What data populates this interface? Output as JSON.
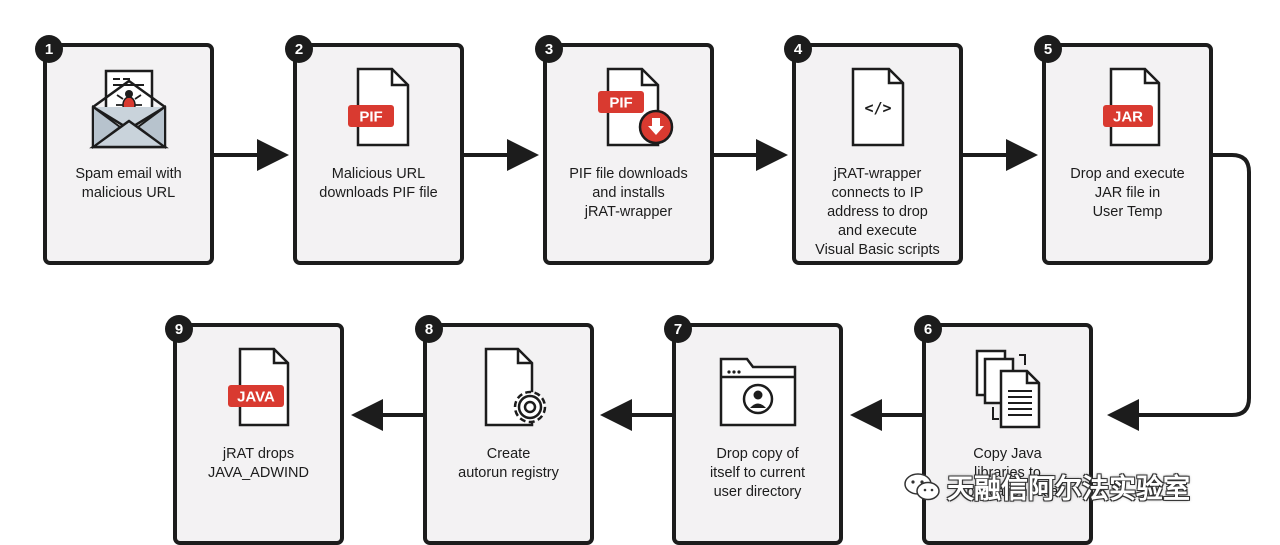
{
  "steps": [
    {
      "num": "1",
      "label": "Spam email with\nmalicious URL",
      "icon": "spam-email-icon"
    },
    {
      "num": "2",
      "label": "Malicious URL\ndownloads PIF file",
      "icon": "pif-file-icon",
      "tag": "PIF"
    },
    {
      "num": "3",
      "label": "PIF file downloads\nand installs\njRAT-wrapper",
      "icon": "pif-download-icon",
      "tag": "PIF"
    },
    {
      "num": "4",
      "label": "jRAT-wrapper\nconnects to IP\naddress to drop\nand execute\nVisual Basic scripts",
      "icon": "code-file-icon",
      "tag": "</>"
    },
    {
      "num": "5",
      "label": "Drop and execute\nJAR file in\nUser Temp",
      "icon": "jar-file-icon",
      "tag": "JAR"
    },
    {
      "num": "6",
      "label": "Copy Java\nlibraries to\nApplicationData",
      "icon": "copy-files-icon"
    },
    {
      "num": "7",
      "label": "Drop copy of\nitself to current\nuser directory",
      "icon": "user-folder-icon"
    },
    {
      "num": "8",
      "label": "Create\nautorun registry",
      "icon": "file-gear-icon"
    },
    {
      "num": "9",
      "label": "jRAT drops\nJAVA_ADWIND",
      "icon": "java-file-icon",
      "tag": "JAVA"
    }
  ],
  "watermark": {
    "text": "天融信阿尔法实验室",
    "icon": "wechat-icon"
  },
  "colors": {
    "accent": "#d93a30",
    "dark": "#1c1c1c",
    "box": "#f3f2f3"
  }
}
